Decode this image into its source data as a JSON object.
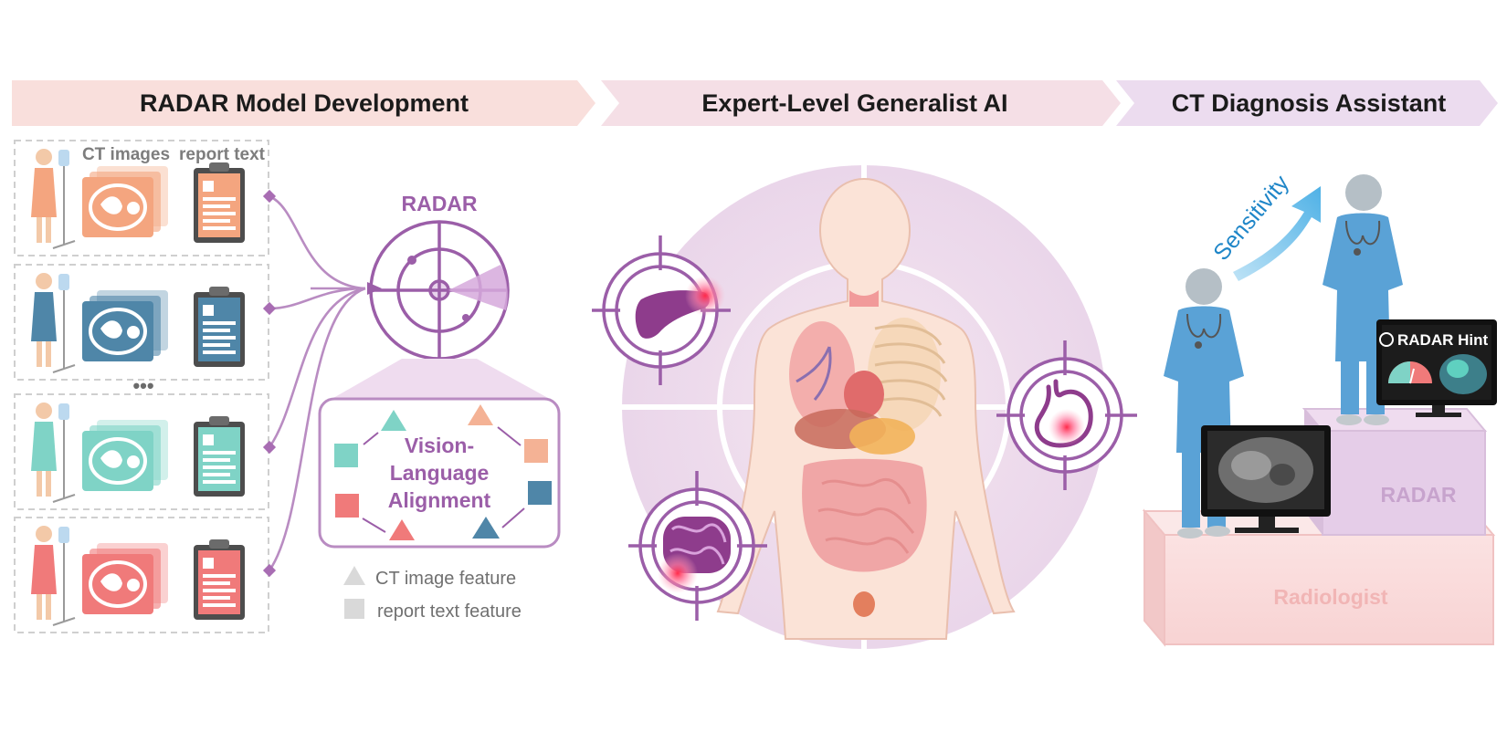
{
  "banners": {
    "development": "RADAR Model Development",
    "generalist": "Expert-Level Generalist AI",
    "assistant": "CT Diagnosis Assistant"
  },
  "development": {
    "col_ct": "CT images",
    "col_report": "report text",
    "ellipsis": "•••",
    "radar_label": "RADAR",
    "alignment_label": [
      "Vision-",
      "Language",
      "Alignment"
    ],
    "legend": {
      "image_feature": "CT image feature",
      "text_feature": "report text feature"
    },
    "patient_colors": [
      "#f4a57f",
      "#4f86a8",
      "#7fd3c6",
      "#f07a7a"
    ]
  },
  "assistant": {
    "sensitivity": "Sensitivity",
    "hint": "RADAR Hint",
    "podium_radar": "RADAR",
    "podium_radiologist": "Radiologist"
  },
  "colors": {
    "accent_purple": "#9b5ea8",
    "banner_pink": "#f9dfdc",
    "banner_purple": "#efdcef",
    "scrub_blue": "#5aa2d6"
  }
}
